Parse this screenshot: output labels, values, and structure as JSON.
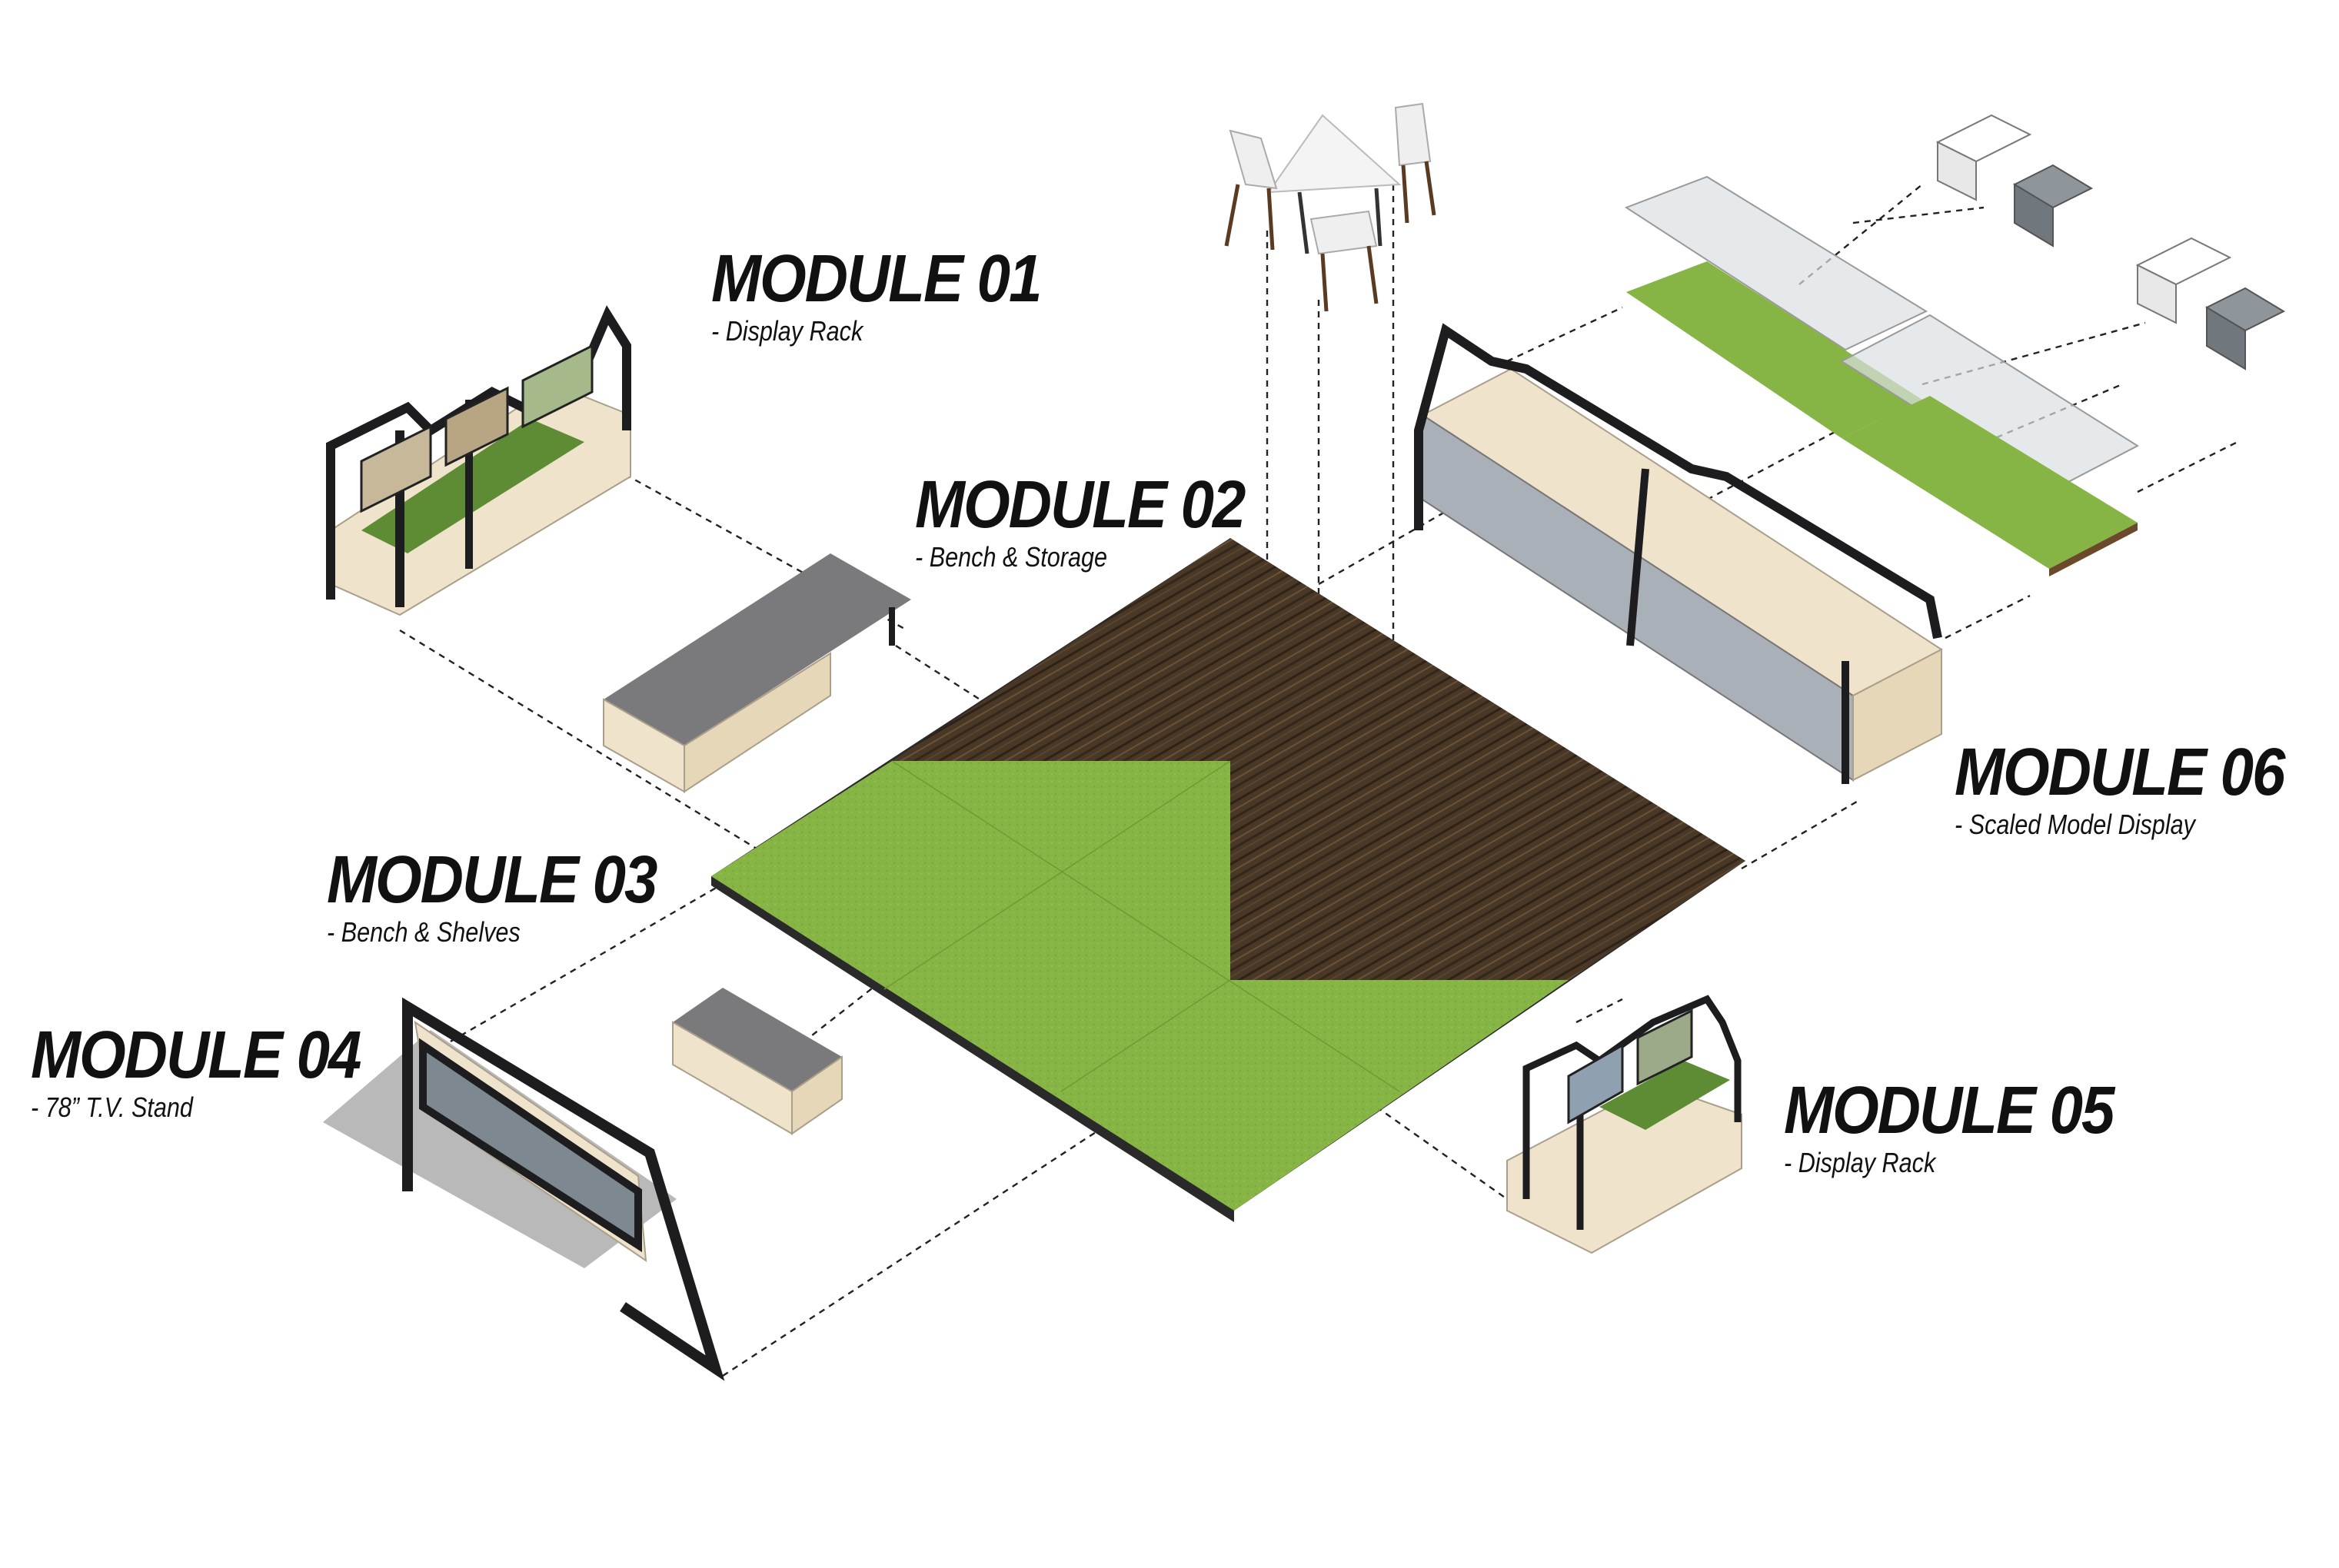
{
  "modules": [
    {
      "id": "01",
      "title": "MODULE 01",
      "subtitle": "- Display Rack"
    },
    {
      "id": "02",
      "title": "MODULE 02",
      "subtitle": "- Bench & Storage"
    },
    {
      "id": "03",
      "title": "MODULE 03",
      "subtitle": "- Bench & Shelves"
    },
    {
      "id": "04",
      "title": "MODULE 04",
      "subtitle": "- 78” T.V. Stand"
    },
    {
      "id": "05",
      "title": "MODULE 05",
      "subtitle": "- Display Rack"
    },
    {
      "id": "06",
      "title": "MODULE 06",
      "subtitle": "- Scaled Model Display"
    }
  ],
  "colors": {
    "grass": "#86b545",
    "wood_deck": "#4a3826",
    "frame": "#1d1d1f",
    "timber": "#efe3cb",
    "cushion": "#7a7a7c",
    "glass": "#dcdfe2"
  }
}
